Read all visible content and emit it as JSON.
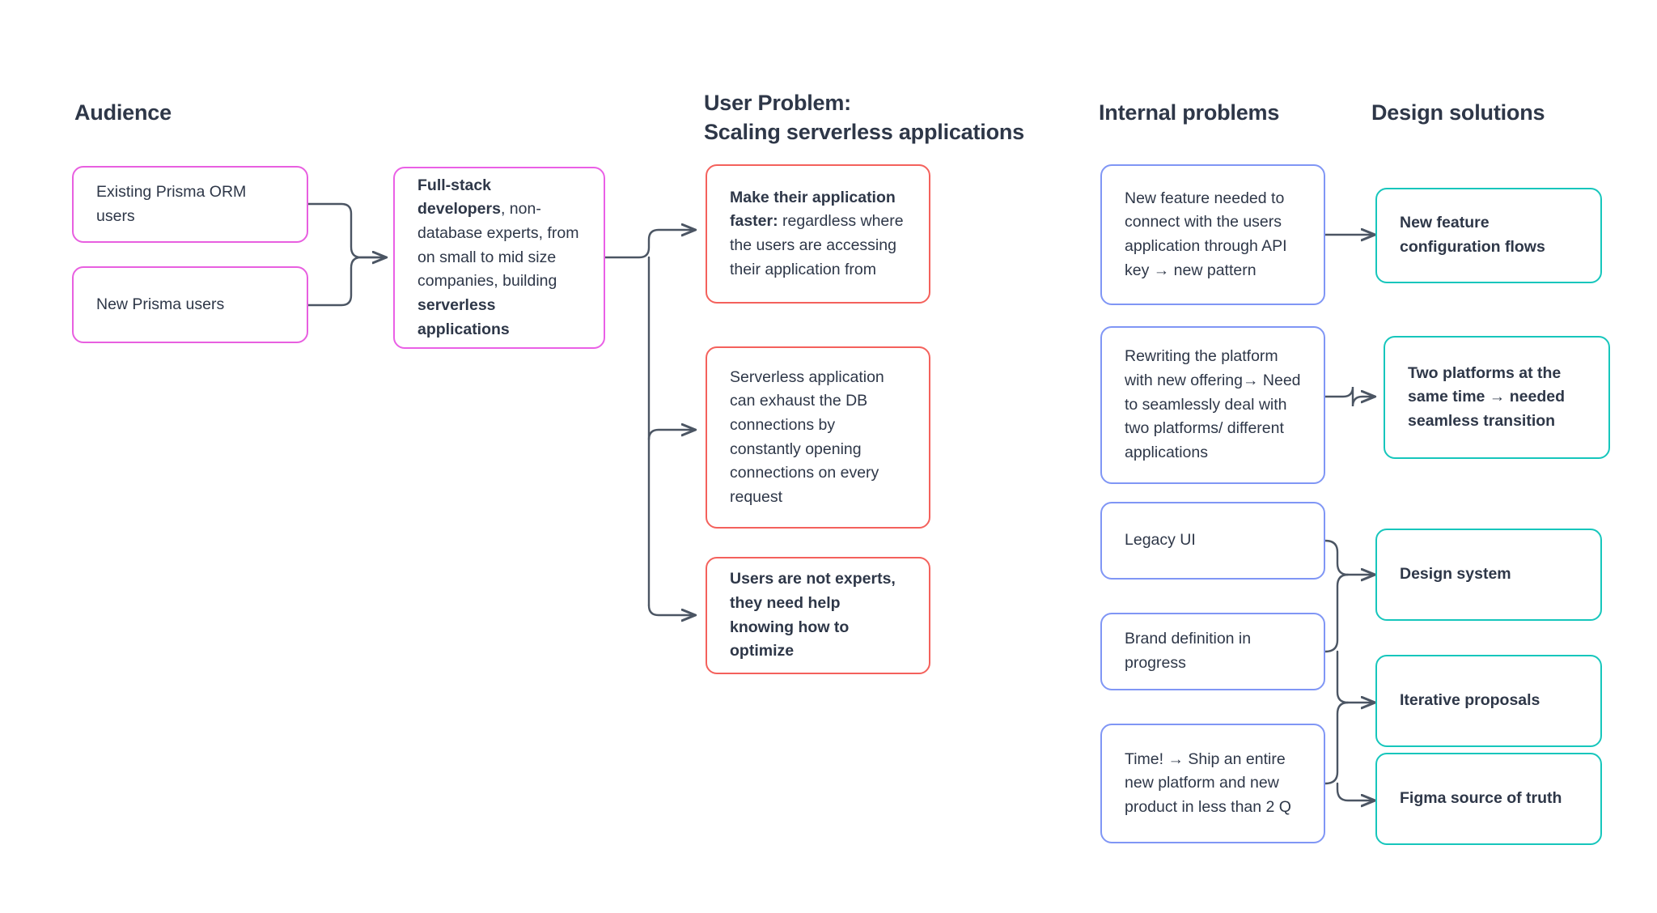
{
  "columns": {
    "audience": {
      "title": "Audience"
    },
    "user_problem": {
      "title": "User Problem:\nScaling serverless applications"
    },
    "internal": {
      "title": "Internal problems"
    },
    "solutions": {
      "title": "Design solutions"
    }
  },
  "colors": {
    "pink": "#e85fe0",
    "red": "#f4615c",
    "blue": "#8096f5",
    "teal": "#16c6bc",
    "text": "#2e3748",
    "connector": "#4b5563",
    "background": "#ffffff"
  },
  "audience_nodes": [
    {
      "label": "Existing Prisma ORM users"
    },
    {
      "label": "New Prisma users"
    }
  ],
  "persona_node": {
    "html": "<b>Full-stack developers</b>, non-database experts, from on small to mid size companies, building <b>serverless applications</b>"
  },
  "user_problem_nodes": [
    {
      "html": "<b>Make their application faster:</b> regardless where the users are accessing their application from"
    },
    {
      "html": "Serverless application can exhaust the DB connections by constantly opening connections on every request"
    },
    {
      "html": "<b>Users are not experts, they need help knowing how to optimize</b>"
    }
  ],
  "internal_problem_nodes": [
    {
      "html": "New feature needed to connect with the users application through API key → new pattern"
    },
    {
      "html": "Rewriting the platform with new offering→ Need to seamlessly deal with two platforms/ different applications"
    },
    {
      "html": "Legacy UI"
    },
    {
      "html": "Brand definition in progress"
    },
    {
      "html": "Time! → Ship an entire new platform and new product in less than 2 Q"
    }
  ],
  "design_solution_nodes": [
    {
      "html": "<b>New feature configuration flows</b>"
    },
    {
      "html": "<b>Two platforms at the same time → needed seamless transition</b>"
    },
    {
      "html": "<b>Design system</b>"
    },
    {
      "html": "<b>Iterative proposals</b>"
    },
    {
      "html": "<b>Figma source of truth</b>"
    }
  ]
}
